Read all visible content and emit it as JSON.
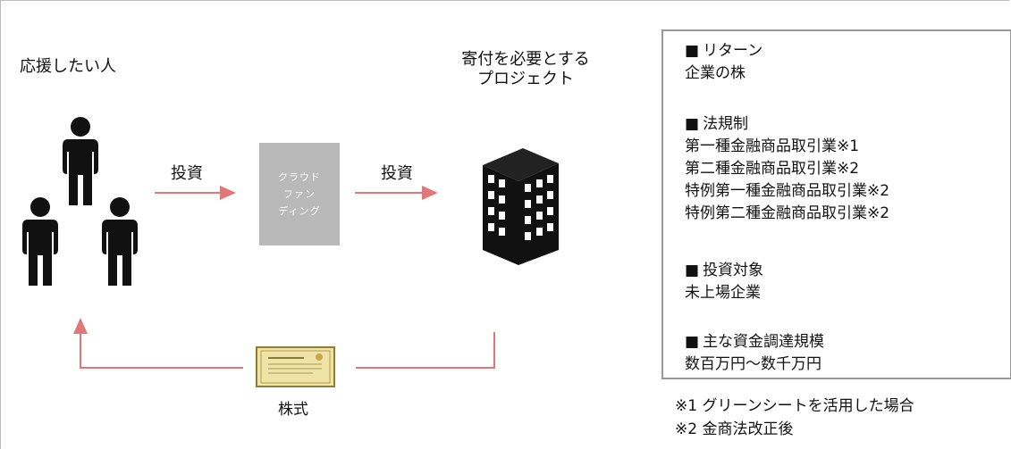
{
  "nodes": {
    "supporters": "応援したい人",
    "project_line1": "寄付を必要とする",
    "project_line2": "プロジェクト",
    "crowdfunding": "クラウド\nファン\nディング",
    "stock": "株式"
  },
  "arrows": {
    "invest1": "投資",
    "invest2": "投資"
  },
  "info_box": {
    "return": {
      "heading": "リターン",
      "lines": [
        "企業の株"
      ]
    },
    "regulation": {
      "heading": "法規制",
      "lines": [
        "第一種金融商品取引業※1",
        "第二種金融商品取引業※2",
        "特例第一種金融商品取引業※2",
        "特例第二種金融商品取引業※2"
      ]
    },
    "target": {
      "heading": "投資対象",
      "lines": [
        "未上場企業"
      ]
    },
    "scale": {
      "heading": "主な資金調達規模",
      "lines": [
        "数百万円〜数千万円"
      ]
    }
  },
  "notes": [
    "※1 グリーンシートを活用した場合",
    "※2 金商法改正後"
  ],
  "colors": {
    "arrow": "#e0787a",
    "crowdfunding_box": "#b9b9b9",
    "icon": "#111111"
  },
  "icons": {
    "people": "person-icon",
    "project": "building-icon",
    "stock": "stock-certificate-icon"
  }
}
